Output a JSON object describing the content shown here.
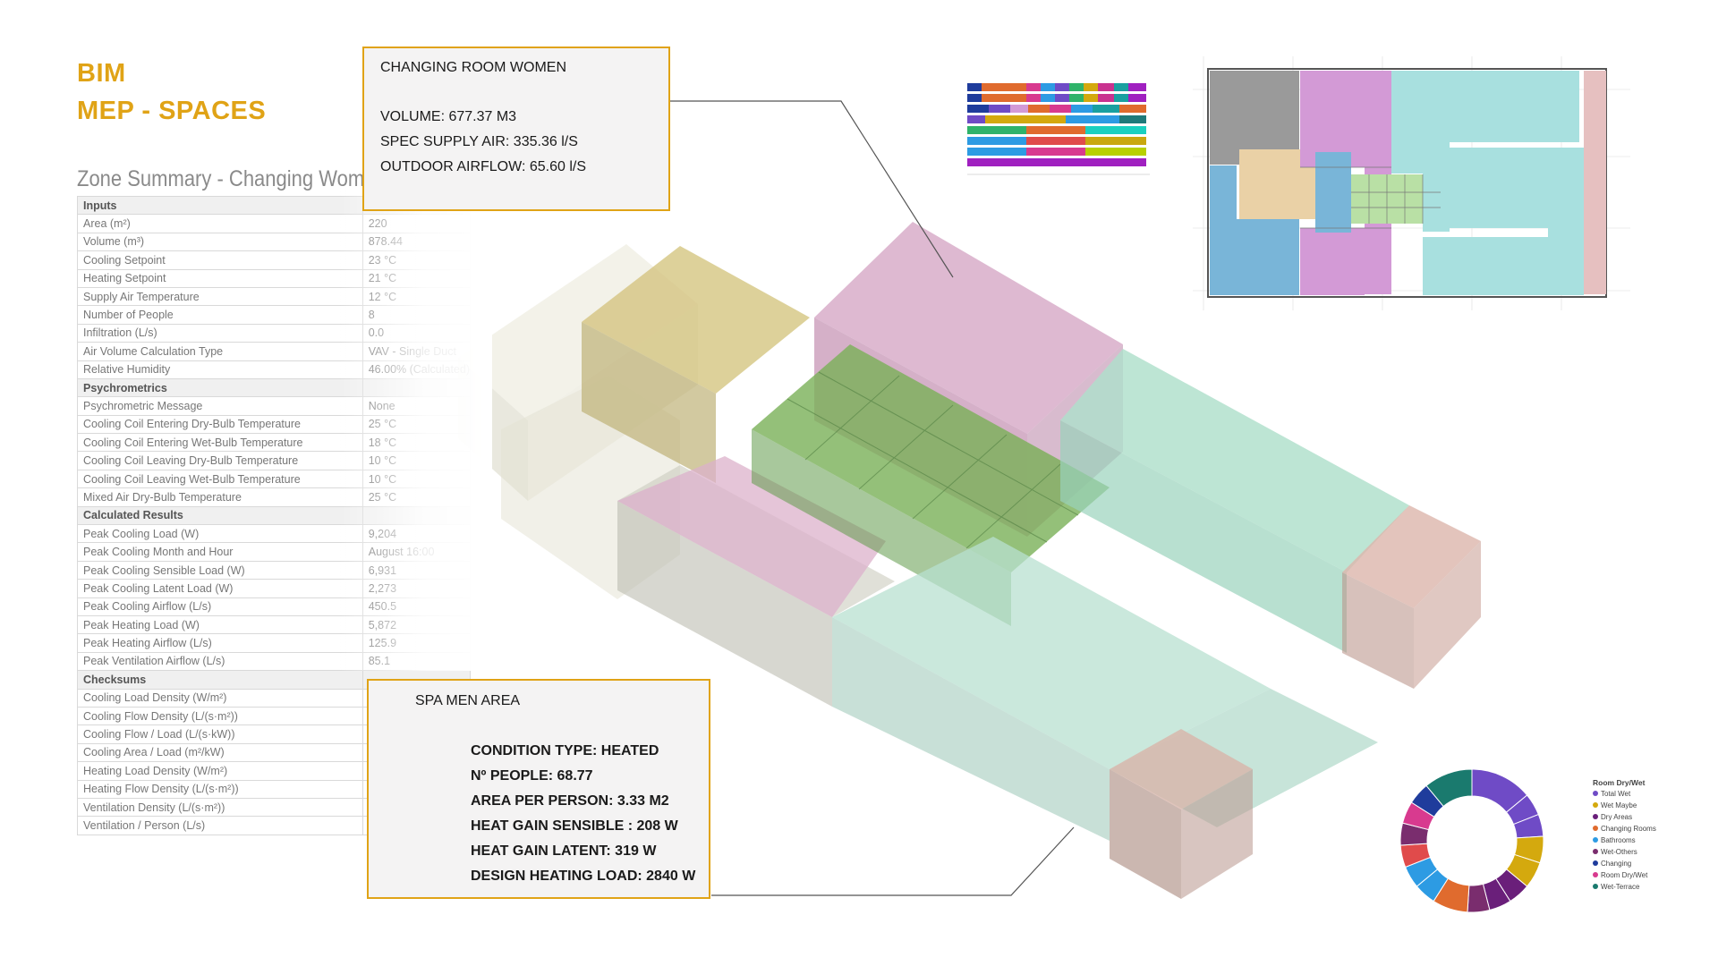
{
  "header": {
    "line1": "BIM",
    "line2": "MEP - SPACES"
  },
  "zone_summary": {
    "title": "Zone Summary - Changing Women",
    "rows": [
      {
        "label": "Inputs",
        "value": "",
        "section": true
      },
      {
        "label": "Area (m²)",
        "value": "220"
      },
      {
        "label": "Volume (m³)",
        "value": "878.44"
      },
      {
        "label": "Cooling Setpoint",
        "value": "23 °C"
      },
      {
        "label": "Heating Setpoint",
        "value": "21 °C"
      },
      {
        "label": "Supply Air Temperature",
        "value": "12 °C"
      },
      {
        "label": "Number of People",
        "value": "8"
      },
      {
        "label": "Infiltration (L/s)",
        "value": "0.0"
      },
      {
        "label": "Air Volume Calculation Type",
        "value": "VAV - Single Duct"
      },
      {
        "label": "Relative Humidity",
        "value": "46.00% (Calculated)"
      },
      {
        "label": "Psychrometrics",
        "value": "",
        "section": true
      },
      {
        "label": "Psychrometric Message",
        "value": "None"
      },
      {
        "label": "Cooling Coil Entering Dry-Bulb Temperature",
        "value": "25 °C"
      },
      {
        "label": "Cooling Coil Entering Wet-Bulb Temperature",
        "value": "18 °C"
      },
      {
        "label": "Cooling Coil Leaving Dry-Bulb Temperature",
        "value": "10 °C"
      },
      {
        "label": "Cooling Coil Leaving Wet-Bulb Temperature",
        "value": "10 °C"
      },
      {
        "label": "Mixed Air Dry-Bulb Temperature",
        "value": "25 °C"
      },
      {
        "label": "Calculated Results",
        "value": "",
        "section": true
      },
      {
        "label": "Peak Cooling Load (W)",
        "value": "9,204"
      },
      {
        "label": "Peak Cooling Month and Hour",
        "value": "August 16:00"
      },
      {
        "label": "Peak Cooling Sensible Load (W)",
        "value": "6,931"
      },
      {
        "label": "Peak Cooling Latent Load (W)",
        "value": "2,273"
      },
      {
        "label": "Peak Cooling Airflow (L/s)",
        "value": "450.5"
      },
      {
        "label": "Peak Heating Load (W)",
        "value": "5,872"
      },
      {
        "label": "Peak Heating Airflow (L/s)",
        "value": "125.9"
      },
      {
        "label": "Peak Ventilation Airflow (L/s)",
        "value": "85.1"
      },
      {
        "label": "Checksums",
        "value": "",
        "section": true
      },
      {
        "label": "Cooling Load Density (W/m²)",
        "value": ""
      },
      {
        "label": "Cooling Flow Density (L/(s·m²))",
        "value": ""
      },
      {
        "label": "Cooling Flow / Load (L/(s·kW))",
        "value": ""
      },
      {
        "label": "Cooling Area / Load (m²/kW)",
        "value": ""
      },
      {
        "label": "Heating Load Density (W/m²)",
        "value": ""
      },
      {
        "label": "Heating Flow Density (L/(s·m²))",
        "value": ""
      },
      {
        "label": "Ventilation Density (L/(s·m²))",
        "value": ""
      },
      {
        "label": "Ventilation / Person (L/s)",
        "value": ""
      }
    ]
  },
  "callout_women": {
    "title": "CHANGING ROOM WOMEN",
    "volume": "VOLUME: 677.37 M3",
    "supply": "SPEC SUPPLY AIR: 335.36 l/S",
    "outdoor": "OUTDOOR AIRFLOW: 65.60 l/S"
  },
  "callout_spa": {
    "title": "SPA MEN AREA",
    "condition": "CONDITION TYPE: HEATED",
    "people": "Nº PEOPLE: 68.77",
    "area_pp": "AREA PER PERSON: 3.33 M2",
    "sensible": "HEAT GAIN SENSIBLE : 208 W",
    "latent": "HEAT GAIN LATENT: 319 W",
    "design": "DESIGN HEATING LOAD: 2840 W"
  },
  "donut_legend": {
    "title": "Room Dry/Wet",
    "items": [
      {
        "label": "Total Wet",
        "color": "#6f4bc6"
      },
      {
        "label": "Wet Maybe",
        "color": "#d4a90e"
      },
      {
        "label": "Dry Areas",
        "color": "#6a1f7a"
      },
      {
        "label": "Changing Rooms",
        "color": "#e06b2e"
      },
      {
        "label": "Bathrooms",
        "color": "#2d9be3"
      },
      {
        "label": "Wet-Others",
        "color": "#7a2d6e"
      },
      {
        "label": "Changing",
        "color": "#1f3c9c"
      },
      {
        "label": "Room Dry/Wet",
        "color": "#d83a8f"
      },
      {
        "label": "Wet-Terrace",
        "color": "#1a7a6e"
      }
    ]
  },
  "colors": {
    "accent": "#e0a316",
    "pink": "#c98fb4",
    "mint": "#8ecdb4",
    "green": "#5a9a3a",
    "tan": "#d2c27a"
  }
}
